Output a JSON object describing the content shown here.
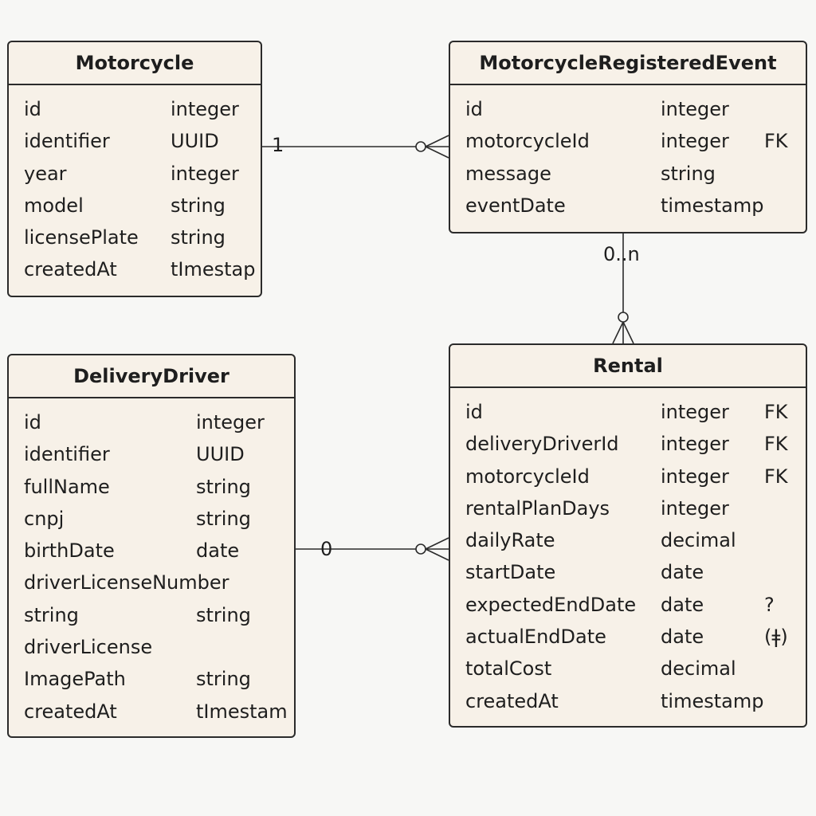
{
  "entities": {
    "motorcycle": {
      "title": "Motorcycle",
      "fields": [
        {
          "name": "id",
          "type": "integer",
          "key": ""
        },
        {
          "name": "identifier",
          "type": "UUID",
          "key": ""
        },
        {
          "name": "year",
          "type": "integer",
          "key": ""
        },
        {
          "name": "model",
          "type": "string",
          "key": ""
        },
        {
          "name": "licensePlate",
          "type": "string",
          "key": ""
        },
        {
          "name": "createdAt",
          "type": "tImestap",
          "key": ""
        }
      ]
    },
    "event": {
      "title": "MotorcycleRegisteredEvent",
      "fields": [
        {
          "name": "id",
          "type": "integer",
          "key": ""
        },
        {
          "name": "motorcycleId",
          "type": "integer",
          "key": "FK"
        },
        {
          "name": "message",
          "type": "string",
          "key": ""
        },
        {
          "name": "eventDate",
          "type": "timestamp",
          "key": ""
        }
      ]
    },
    "driver": {
      "title": "DeliveryDriver",
      "fields": [
        {
          "name": "id",
          "type": "integer",
          "key": ""
        },
        {
          "name": "identifier",
          "type": "UUID",
          "key": ""
        },
        {
          "name": "fullName",
          "type": "string",
          "key": ""
        },
        {
          "name": "cnpj",
          "type": "string",
          "key": ""
        },
        {
          "name": "birthDate",
          "type": "date",
          "key": ""
        },
        {
          "name": "driverLicenseNumber",
          "type": "",
          "key": ""
        },
        {
          "name": "string",
          "type": "string",
          "key": ""
        },
        {
          "name": "driverLicense",
          "type": "",
          "key": ""
        },
        {
          "name": "ImagePath",
          "type": "string",
          "key": ""
        },
        {
          "name": "createdAt",
          "type": "tImestam",
          "key": ""
        }
      ]
    },
    "rental": {
      "title": "Rental",
      "fields": [
        {
          "name": "id",
          "type": "integer",
          "key": "FK"
        },
        {
          "name": "deliveryDriverId",
          "type": "integer",
          "key": "FK"
        },
        {
          "name": "motorcycleId",
          "type": "integer",
          "key": "FK"
        },
        {
          "name": "rentalPlanDays",
          "type": "integer",
          "key": ""
        },
        {
          "name": "dailyRate",
          "type": "decimal",
          "key": ""
        },
        {
          "name": "startDate",
          "type": "date",
          "key": ""
        },
        {
          "name": "expectedEndDate",
          "type": "date",
          "key": "?"
        },
        {
          "name": "actualEndDate",
          "type": "date",
          "key": "(ǂ)"
        },
        {
          "name": "totalCost",
          "type": "decimal",
          "key": ""
        },
        {
          "name": "createdAt",
          "type": "timestamp",
          "key": ""
        }
      ]
    }
  },
  "relationships": {
    "motorcycle_event": {
      "from_label": "1"
    },
    "event_rental": {
      "label": "0..n"
    },
    "driver_rental": {
      "from_label": "0"
    }
  },
  "colors": {
    "box_fill": "#f7f1e8",
    "line": "#2b2b2b",
    "background": "#f7f7f5"
  }
}
